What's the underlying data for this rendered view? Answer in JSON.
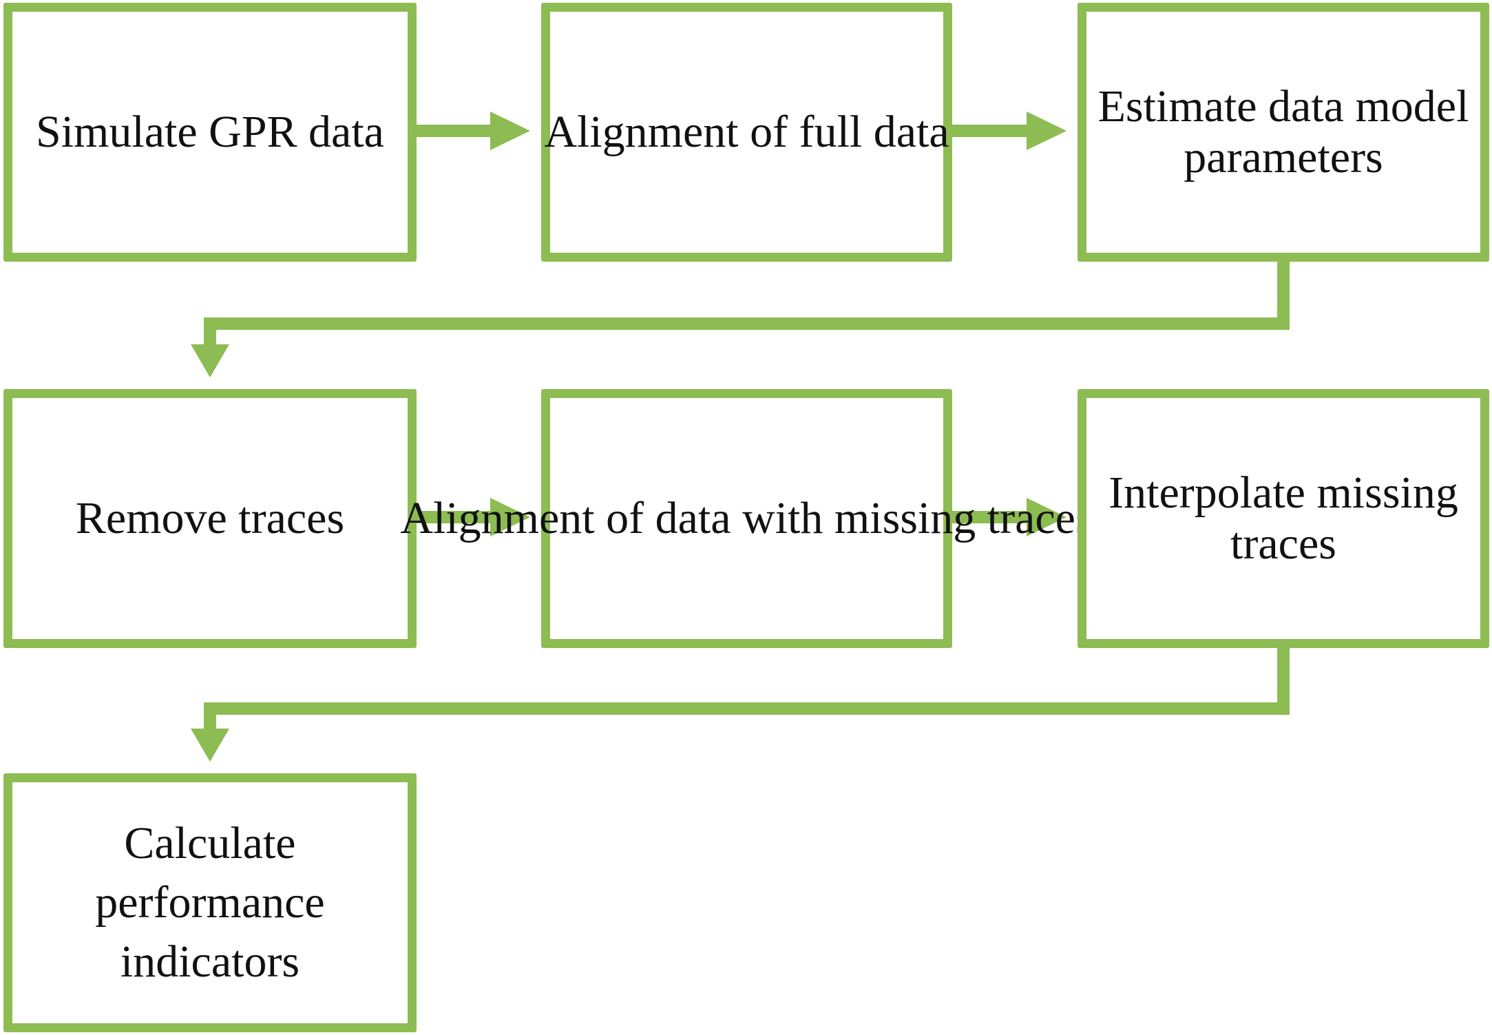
{
  "diagram": {
    "colors": {
      "accent": "#8cbc52",
      "text": "#111111",
      "background": "#ffffff"
    },
    "steps": [
      {
        "label": "Simulate GPR data"
      },
      {
        "label": "Alignment of full data"
      },
      {
        "label": "Estimate  data model parameters"
      },
      {
        "label": "Remove traces"
      },
      {
        "label": "Alignment of data with missing traces"
      },
      {
        "label": "Interpolate missing traces"
      },
      {
        "label": "Calculate performance indicators"
      }
    ]
  }
}
